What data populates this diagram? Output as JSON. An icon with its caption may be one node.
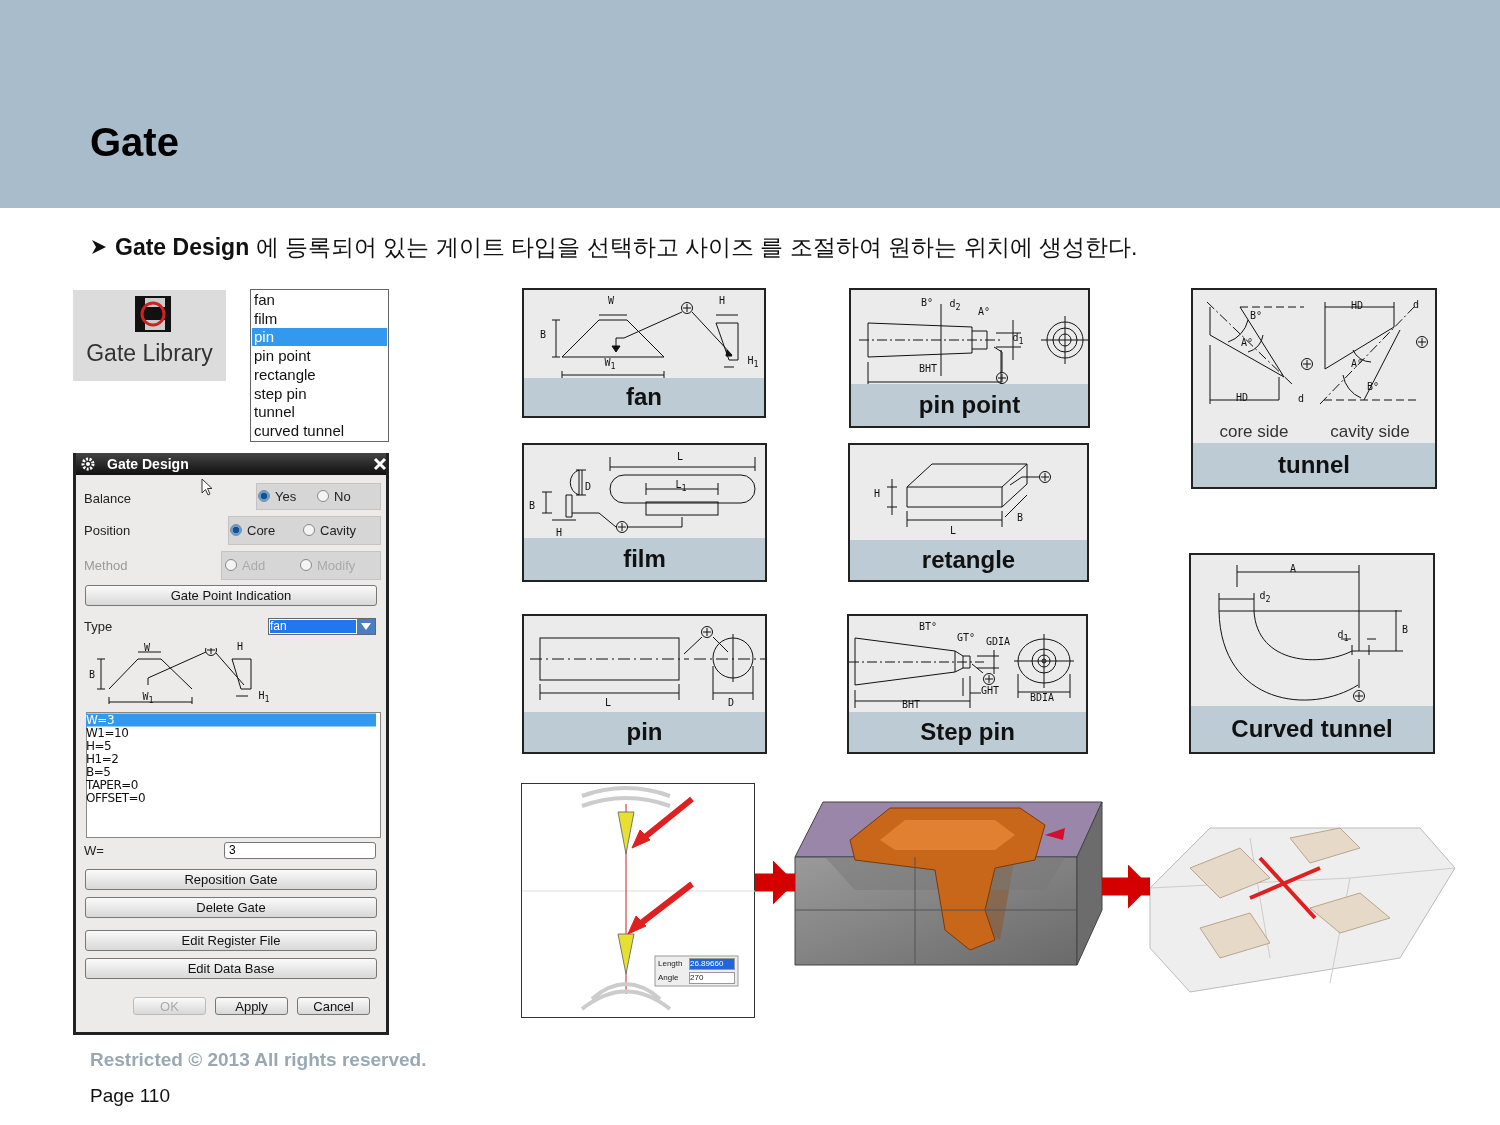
{
  "diagram": {
    "title": "Gate",
    "nodes": [
      {
        "text": [
          "Gate Library"
        ]
      },
      {
        "text": [
          "fan",
          "film",
          "pin",
          "pin point",
          "rectangle",
          "step pin",
          "tunnel",
          "curved tunnel"
        ]
      },
      {
        "text": [
          "Gate Design"
        ]
      },
      {
        "text": [
          "fan"
        ]
      },
      {
        "text": [
          "pin point"
        ]
      },
      {
        "text": [
          "tunnel"
        ]
      },
      {
        "text": [
          "film"
        ]
      },
      {
        "text": [
          "retangle"
        ]
      },
      {
        "text": [
          "pin"
        ]
      },
      {
        "text": [
          "Step pin"
        ]
      },
      {
        "text": [
          "Curved tunnel"
        ]
      },
      {
        "text": [],
        "shape": "picture"
      },
      {
        "text": [],
        "shape": "picture"
      },
      {
        "text": [],
        "shape": "picture"
      }
    ],
    "edges": [
      {
        "from": 11,
        "to": 12,
        "arrow": "to"
      },
      {
        "from": 12,
        "to": 13,
        "arrow": "to"
      }
    ],
    "labels": [
      "**Gate Design** 에  등록되어 있는 게이트  타입을 선택하고  사이즈 를  조절하여  원하는 위치에  생성한다.",
      "Balance",
      "Yes",
      "No",
      "Position",
      "Core",
      "Cavity",
      "Method",
      "Add",
      "Modify",
      "Gate Point Indication",
      "Type",
      "fan",
      "W",
      "B",
      "W$_{1}$",
      "H",
      "H$_{1}$",
      "W=3",
      "W1=10",
      "H=5",
      "H1=2",
      "B=5",
      "TAPER=0",
      "OFFSET=0",
      "W=",
      "3",
      "Reposition Gate",
      "Delete Gate",
      "Edit Register File",
      "Edit Data Base",
      "OK",
      "Apply",
      "Cancel",
      "W",
      "B",
      "W$_{1}$",
      "H",
      "H$_{1}$",
      "B°",
      "d$_{2}$",
      "A°",
      "d$_{1}$",
      "BHT",
      "HD",
      "d",
      "B°",
      "A°",
      "A°",
      "B°",
      "HD",
      "d",
      "core side",
      "cavity side",
      "L",
      "D",
      "L$_{1}$",
      "B",
      "H",
      "H",
      "L",
      "B",
      "L",
      "D",
      "BT°",
      "GT°",
      "GDIA",
      "GHT",
      "BHT",
      "BDIA",
      "A",
      "d$_{2}$",
      "d$_{1}$",
      "B",
      "Length",
      "26.89660",
      "Angle",
      "270",
      "Restricted © 2013 All rights reserved.",
      "Page 110"
    ]
  }
}
